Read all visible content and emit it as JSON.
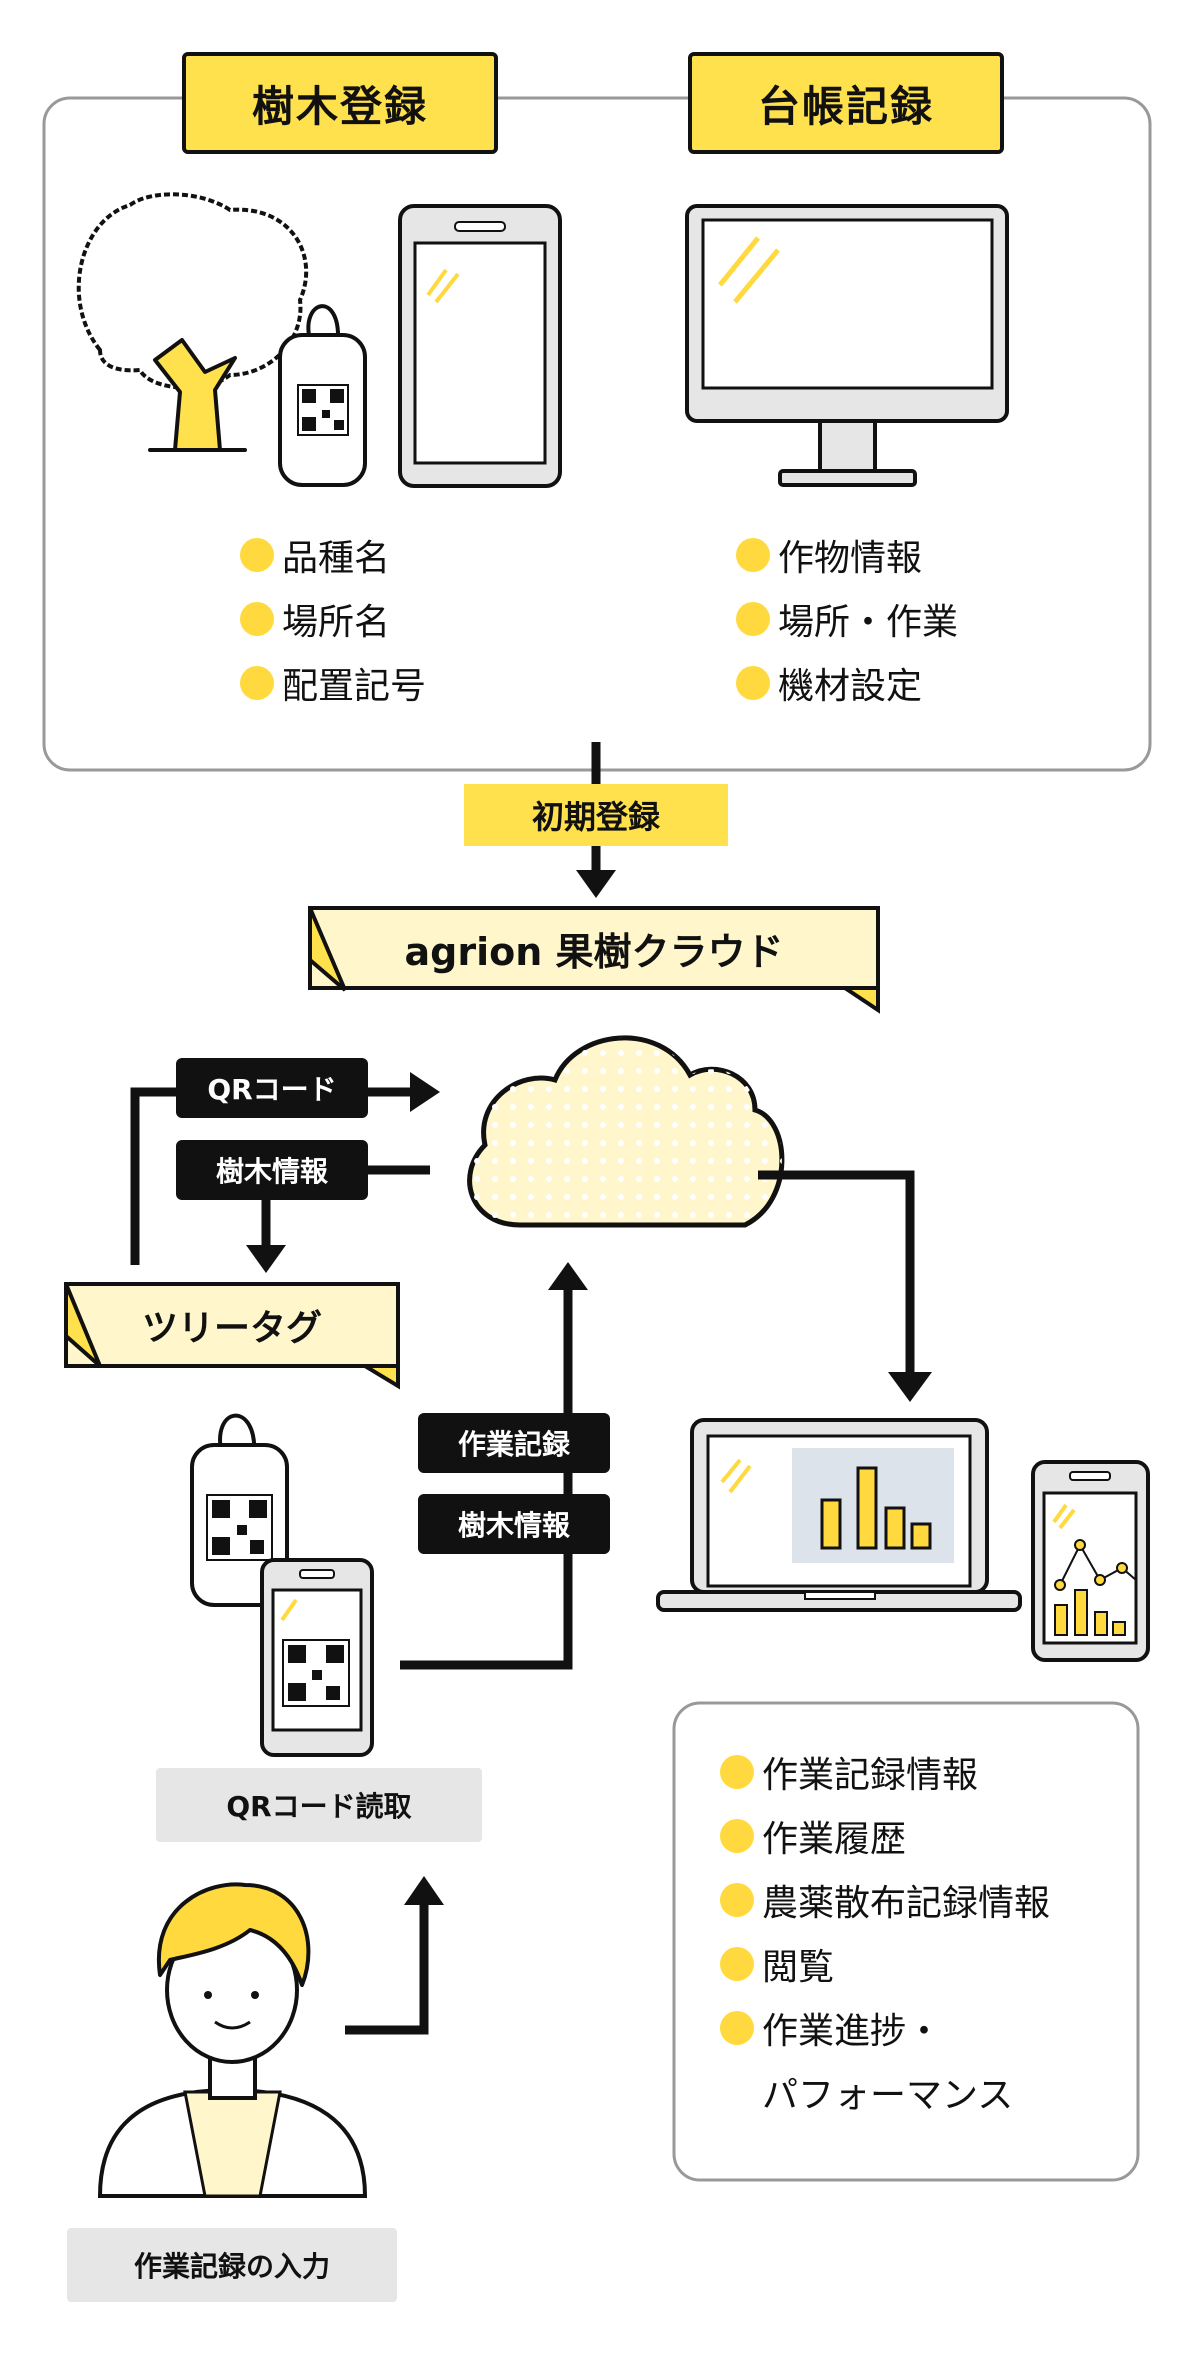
{
  "top_panel": {
    "tree_registration": {
      "title": "樹木登録",
      "items": [
        "品種名",
        "場所名",
        "配置記号"
      ]
    },
    "ledger_record": {
      "title": "台帳記録",
      "items": [
        "作物情報",
        "場所・作業",
        "機材設定"
      ]
    }
  },
  "flow": {
    "initial_registration": "初期登録",
    "cloud_banner": "agrion 果樹クラウド",
    "qr_code_label": "QRコード",
    "tree_info_label": "樹木情報",
    "tree_tag_banner": "ツリータグ",
    "work_record_label": "作業記録",
    "tree_info_label_2": "樹木情報",
    "qr_read_label": "QRコード読取",
    "work_input_label": "作業記録の入力"
  },
  "output_panel": {
    "items": [
      "作業記録情報",
      "作業履歴",
      "農薬散布記録情報",
      "閲覧",
      "作業進捗・",
      "パフォーマンス"
    ]
  },
  "colors": {
    "accent_yellow": "#ffe04d",
    "pale_yellow": "#fff6cc",
    "dark": "#111111",
    "gray": "#e6e6e6"
  },
  "icons": [
    "tree-icon",
    "tree-tag-icon",
    "smartphone-icon",
    "monitor-icon",
    "cloud-icon",
    "laptop-chart-icon",
    "tablet-chart-icon",
    "phone-qr-icon",
    "worker-avatar-icon"
  ]
}
